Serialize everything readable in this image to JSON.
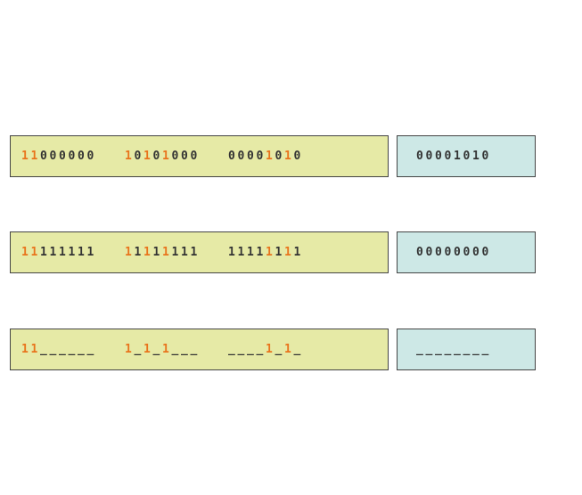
{
  "colors": {
    "main_fill": "#e6eaa6",
    "side_fill": "#cde8e6",
    "highlight": "#e8741c",
    "text": "#333333"
  },
  "rows": [
    {
      "main_groups": [
        [
          {
            "t": "1",
            "h": true
          },
          {
            "t": "1",
            "h": true
          },
          {
            "t": "0",
            "h": false
          },
          {
            "t": "0",
            "h": false
          },
          {
            "t": "0",
            "h": false
          },
          {
            "t": "0",
            "h": false
          },
          {
            "t": "0",
            "h": false
          },
          {
            "t": "0",
            "h": false
          }
        ],
        [
          {
            "t": "1",
            "h": true
          },
          {
            "t": "0",
            "h": false
          },
          {
            "t": "1",
            "h": true
          },
          {
            "t": "0",
            "h": false
          },
          {
            "t": "1",
            "h": true
          },
          {
            "t": "0",
            "h": false
          },
          {
            "t": "0",
            "h": false
          },
          {
            "t": "0",
            "h": false
          }
        ],
        [
          {
            "t": "0",
            "h": false
          },
          {
            "t": "0",
            "h": false
          },
          {
            "t": "0",
            "h": false
          },
          {
            "t": "0",
            "h": false
          },
          {
            "t": "1",
            "h": true
          },
          {
            "t": "0",
            "h": false
          },
          {
            "t": "1",
            "h": true
          },
          {
            "t": "0",
            "h": false
          }
        ]
      ],
      "side": [
        {
          "t": "0",
          "h": false
        },
        {
          "t": "0",
          "h": false
        },
        {
          "t": "0",
          "h": false
        },
        {
          "t": "0",
          "h": false
        },
        {
          "t": "1",
          "h": false
        },
        {
          "t": "0",
          "h": false
        },
        {
          "t": "1",
          "h": false
        },
        {
          "t": "0",
          "h": false
        }
      ]
    },
    {
      "main_groups": [
        [
          {
            "t": "1",
            "h": true
          },
          {
            "t": "1",
            "h": true
          },
          {
            "t": "1",
            "h": false
          },
          {
            "t": "1",
            "h": false
          },
          {
            "t": "1",
            "h": false
          },
          {
            "t": "1",
            "h": false
          },
          {
            "t": "1",
            "h": false
          },
          {
            "t": "1",
            "h": false
          }
        ],
        [
          {
            "t": "1",
            "h": true
          },
          {
            "t": "1",
            "h": false
          },
          {
            "t": "1",
            "h": true
          },
          {
            "t": "1",
            "h": false
          },
          {
            "t": "1",
            "h": true
          },
          {
            "t": "1",
            "h": false
          },
          {
            "t": "1",
            "h": false
          },
          {
            "t": "1",
            "h": false
          }
        ],
        [
          {
            "t": "1",
            "h": false
          },
          {
            "t": "1",
            "h": false
          },
          {
            "t": "1",
            "h": false
          },
          {
            "t": "1",
            "h": false
          },
          {
            "t": "1",
            "h": true
          },
          {
            "t": "1",
            "h": false
          },
          {
            "t": "1",
            "h": true
          },
          {
            "t": "1",
            "h": false
          }
        ]
      ],
      "side": [
        {
          "t": "0",
          "h": false
        },
        {
          "t": "0",
          "h": false
        },
        {
          "t": "0",
          "h": false
        },
        {
          "t": "0",
          "h": false
        },
        {
          "t": "0",
          "h": false
        },
        {
          "t": "0",
          "h": false
        },
        {
          "t": "0",
          "h": false
        },
        {
          "t": "0",
          "h": false
        }
      ]
    },
    {
      "main_groups": [
        [
          {
            "t": "1",
            "h": true
          },
          {
            "t": "1",
            "h": true
          },
          {
            "t": "_",
            "h": false
          },
          {
            "t": "_",
            "h": false
          },
          {
            "t": "_",
            "h": false
          },
          {
            "t": "_",
            "h": false
          },
          {
            "t": "_",
            "h": false
          },
          {
            "t": "_",
            "h": false
          }
        ],
        [
          {
            "t": "1",
            "h": true
          },
          {
            "t": "_",
            "h": false
          },
          {
            "t": "1",
            "h": true
          },
          {
            "t": "_",
            "h": false
          },
          {
            "t": "1",
            "h": true
          },
          {
            "t": "_",
            "h": false
          },
          {
            "t": "_",
            "h": false
          },
          {
            "t": "_",
            "h": false
          }
        ],
        [
          {
            "t": "_",
            "h": false
          },
          {
            "t": "_",
            "h": false
          },
          {
            "t": "_",
            "h": false
          },
          {
            "t": "_",
            "h": false
          },
          {
            "t": "1",
            "h": true
          },
          {
            "t": "_",
            "h": false
          },
          {
            "t": "1",
            "h": true
          },
          {
            "t": "_",
            "h": false
          }
        ]
      ],
      "side": [
        {
          "t": "_",
          "h": false
        },
        {
          "t": "_",
          "h": false
        },
        {
          "t": "_",
          "h": false
        },
        {
          "t": "_",
          "h": false
        },
        {
          "t": "_",
          "h": false
        },
        {
          "t": "_",
          "h": false
        },
        {
          "t": "_",
          "h": false
        },
        {
          "t": "_",
          "h": false
        }
      ]
    }
  ]
}
